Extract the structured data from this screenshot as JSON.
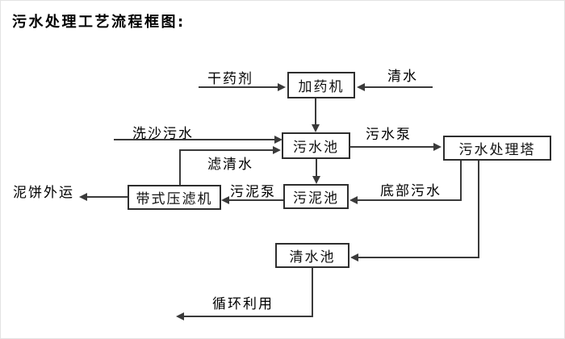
{
  "title": "污水处理工艺流程框图:",
  "nodes": {
    "dosing_machine": {
      "label": "加药机"
    },
    "sewage_pool": {
      "label": "污水池"
    },
    "sewage_treatment_tower": {
      "label": "污水处理塔"
    },
    "belt_filter_press": {
      "label": "带式压滤机"
    },
    "sludge_pool": {
      "label": "污泥池"
    },
    "clean_water_pool": {
      "label": "清水池"
    }
  },
  "flow_labels": {
    "dry_chemical": "干药剂",
    "clean_water": "清水",
    "sand_wash_sewage": "洗沙污水",
    "sewage_pump": "污水泵",
    "filtered_water": "滤清水",
    "mud_cake_out": "泥饼外运",
    "sludge_pump": "污泥泵",
    "bottom_sewage": "底部污水",
    "recycle_use": "循环利用"
  },
  "edges": [
    {
      "from": "干药剂",
      "to": "加药机"
    },
    {
      "from": "清水",
      "to": "加药机"
    },
    {
      "from": "加药机",
      "to": "污水池"
    },
    {
      "from": "洗沙污水",
      "to": "污水池"
    },
    {
      "from": "带式压滤机",
      "to": "污水池",
      "label": "滤清水"
    },
    {
      "from": "污水池",
      "to": "污水处理塔",
      "label": "污水泵"
    },
    {
      "from": "污水池",
      "to": "污泥池"
    },
    {
      "from": "污水处理塔",
      "to": "污泥池",
      "label": "底部污水"
    },
    {
      "from": "污泥池",
      "to": "带式压滤机",
      "label": "污泥泵"
    },
    {
      "from": "带式压滤机",
      "to": "泥饼外运"
    },
    {
      "from": "污水处理塔",
      "to": "清水池"
    },
    {
      "from": "清水池",
      "to": "循环利用"
    }
  ],
  "colors": {
    "line": "#3a3a3a",
    "text": "#000000",
    "background": "#ffffff"
  }
}
